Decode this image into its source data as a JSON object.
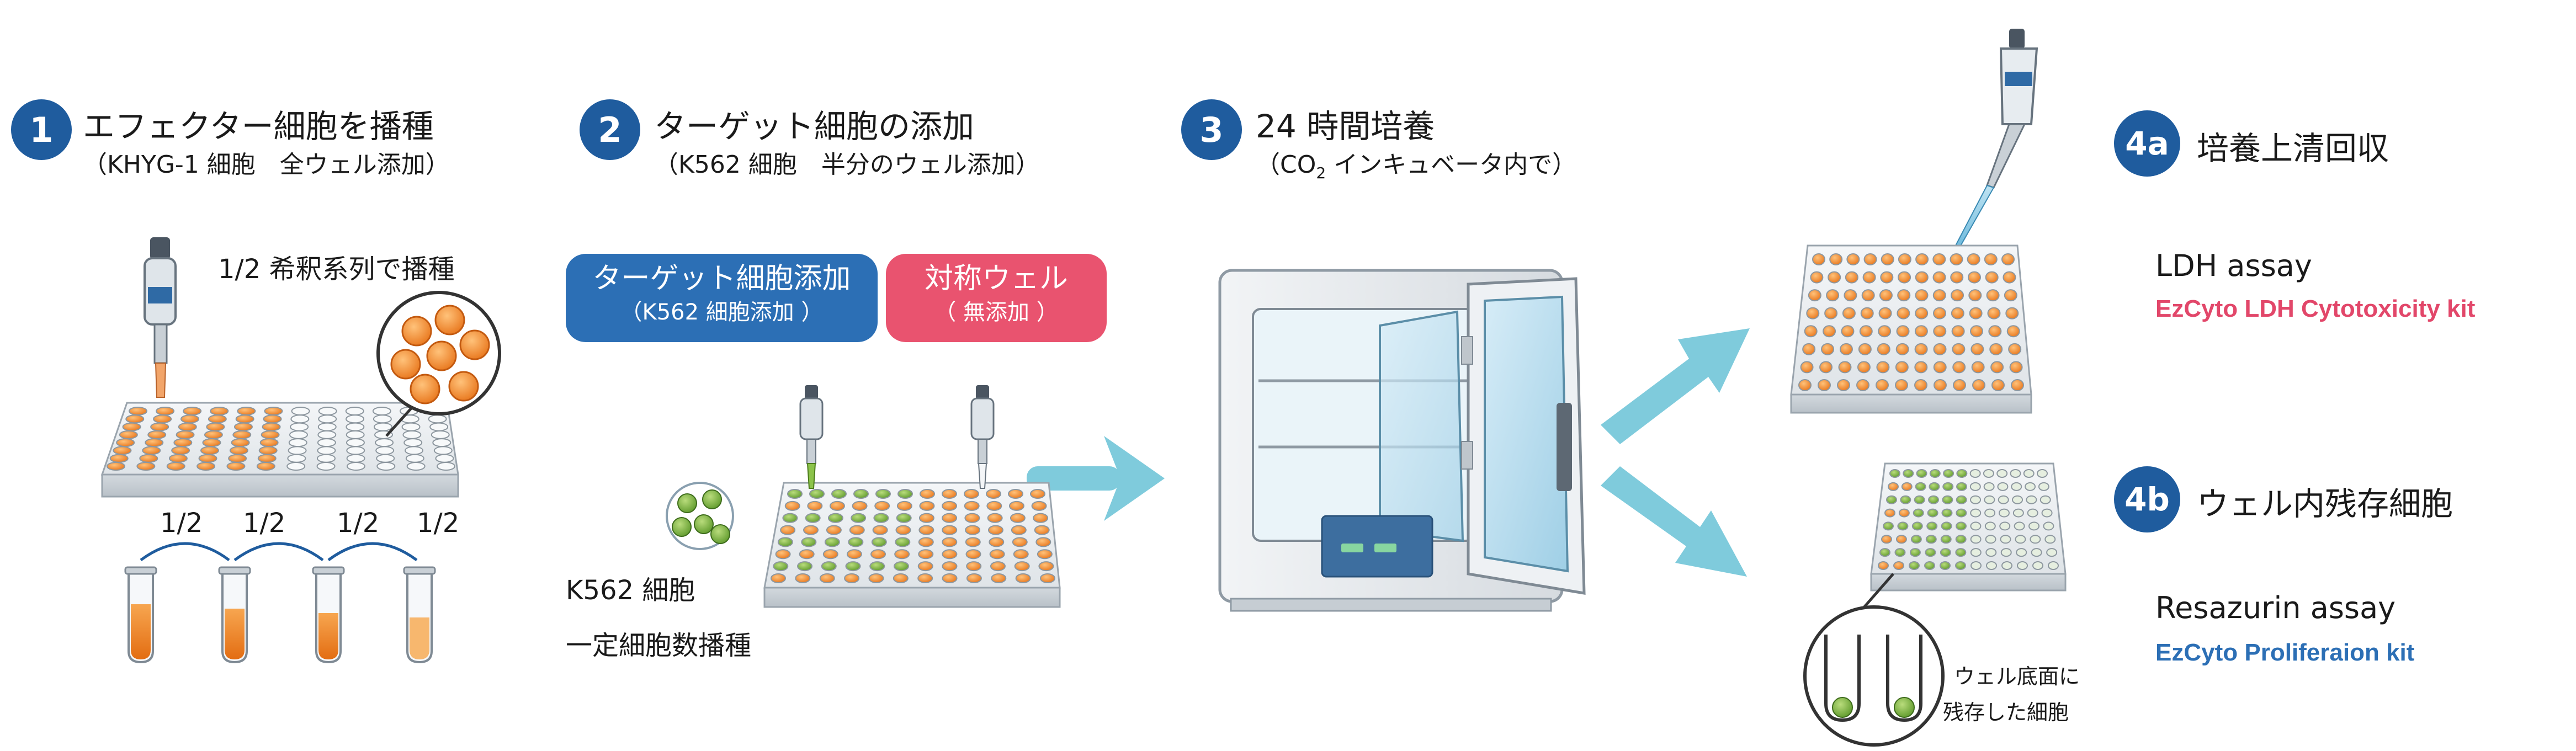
{
  "step1": {
    "badge": "1",
    "title": "エフェクター細胞を播種",
    "subtitle": "（KHYG-1 細胞　全ウェル添加）",
    "dilution_note": "1/2 希釈系列で播種",
    "ratios": [
      "1/2",
      "1/2",
      "1/2",
      "1/2"
    ]
  },
  "step2": {
    "badge": "2",
    "title": "ターゲット細胞の添加",
    "subtitle": "（K562 細胞　半分のウェル添加）",
    "pill_target": {
      "line1": "ターゲット細胞添加",
      "line2": "（K562 細胞添加 ）"
    },
    "pill_control": {
      "line1": "対称ウェル",
      "line2": "（ 無添加 ）"
    },
    "cell_label": "K562 細胞",
    "seeding_note": "一定細胞数播種"
  },
  "step3": {
    "badge": "3",
    "title": "24 時間培養",
    "subtitle_pre": "（CO",
    "subtitle_sub": "2",
    "subtitle_post": " インキュベータ内で）"
  },
  "step4a": {
    "badge": "4a",
    "title": "培養上清回収",
    "assay": "LDH assay",
    "kit": "EzCyto LDH Cytotoxicity kit"
  },
  "step4b": {
    "badge": "4b",
    "title": "ウェル内残存細胞",
    "assay": "Resazurin assay",
    "kit": "EzCyto Proliferaion kit",
    "callout_line1": "ウェル底面に",
    "callout_line2": "残存した細胞"
  },
  "colors": {
    "badge": "#1f5c9e",
    "pill_target": "#2c6fb5",
    "pill_control": "#e9536f",
    "arrow": "#7fcbdc",
    "orange_cell": "#f08a2c",
    "green_cell": "#7cb342",
    "kit_4a": "#e2476a",
    "kit_4b": "#2c6fb5"
  }
}
